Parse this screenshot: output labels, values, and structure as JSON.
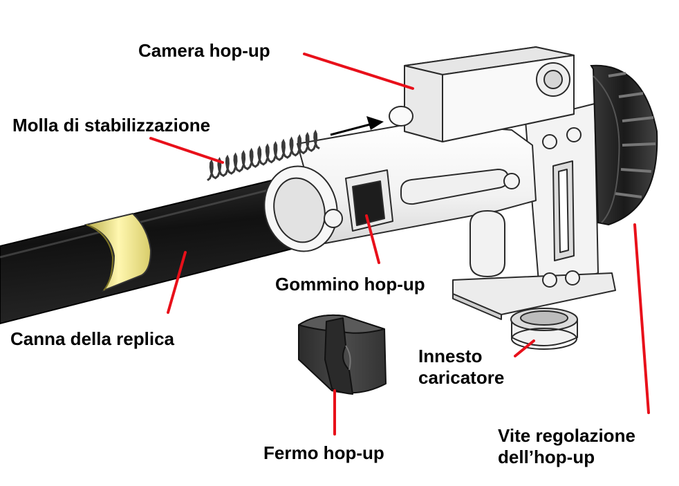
{
  "labels": {
    "camera": "Camera hop-up",
    "molla": "Molla di stabilizzazione",
    "gommino": "Gommino hop-up",
    "canna": "Canna della replica",
    "innesto_1": "Innesto",
    "innesto_2": "caricatore",
    "fermo": "Fermo hop-up",
    "vite_1": "Vite regolazione",
    "vite_2": "dell’hop-up"
  },
  "colors": {
    "leader": "#e8101a",
    "barrel": "#1e1e1e",
    "band": "#f1e79a",
    "outline": "#2a2a2a",
    "body": "#f4f4f4",
    "rubber": "#3a3a3a"
  }
}
